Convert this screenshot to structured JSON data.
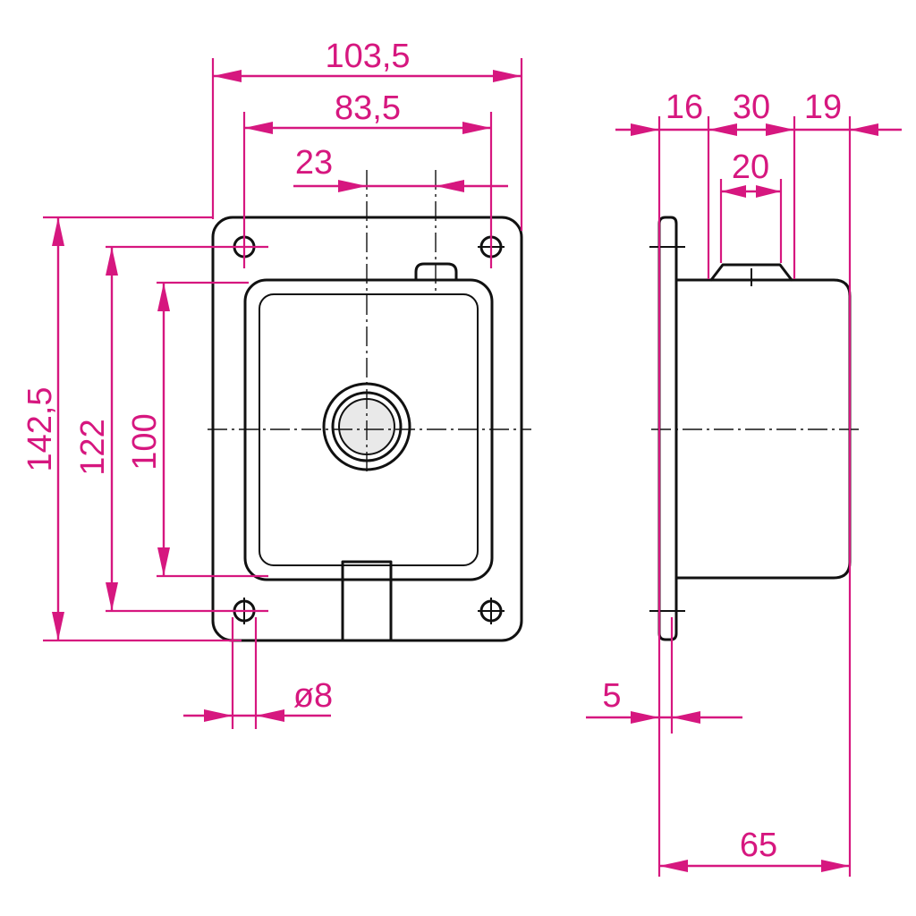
{
  "colors": {
    "dimension": "#d6177f",
    "outline": "#111111",
    "background": "#ffffff"
  },
  "front_view": {
    "dimensions": {
      "overall_width": "103,5",
      "hole_spacing_horizontal": "83,5",
      "offset_center": "23",
      "overall_height": "142,5",
      "hole_spacing_vertical": "122",
      "body_height": "100",
      "hole_diameter": "ø8"
    }
  },
  "side_view": {
    "dimensions": {
      "segment_left": "16",
      "segment_middle": "30",
      "segment_right": "19",
      "knob_width": "20",
      "flange_thickness": "5",
      "overall_depth": "65"
    }
  }
}
